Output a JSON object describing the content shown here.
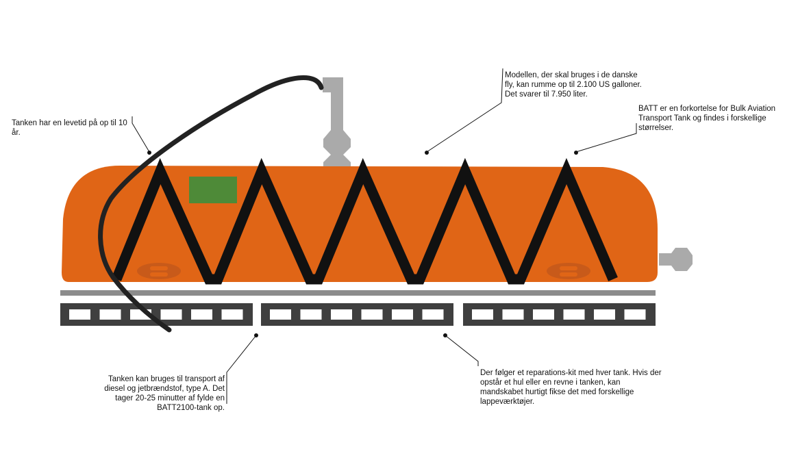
{
  "annotations": {
    "lifetime": "Tanken har en levetid på op til 10 år.",
    "capacity": "Modellen, der skal bruges i de danske fly, kan rumme op til 2.100 US galloner. Det svarer til 7.950 liter.",
    "batt": "BATT er en forkortelse for Bulk Aviation Transport Tank og findes i forskellige størrelser.",
    "transport": "Tanken kan bruges til transport af diesel og jetbrændstof, type A. Det tager 20-25 minutter af fylde en BATT2100-tank op.",
    "repair": "Der følger et reparations-kit med hver tank. Hvis der opstår et hul eller en revne i tanken, kan mandskabet hurtigt fikse det med forskellige lappeværktøjer."
  },
  "colors": {
    "tank": "#E06516",
    "tank_shadow": "#C85A1A",
    "strap": "#111111",
    "hose": "#222222",
    "pallet": "#3F3F3F",
    "fitting": "#AAAAAA",
    "label_patch": "#4E8A38",
    "leader": "#111111"
  }
}
